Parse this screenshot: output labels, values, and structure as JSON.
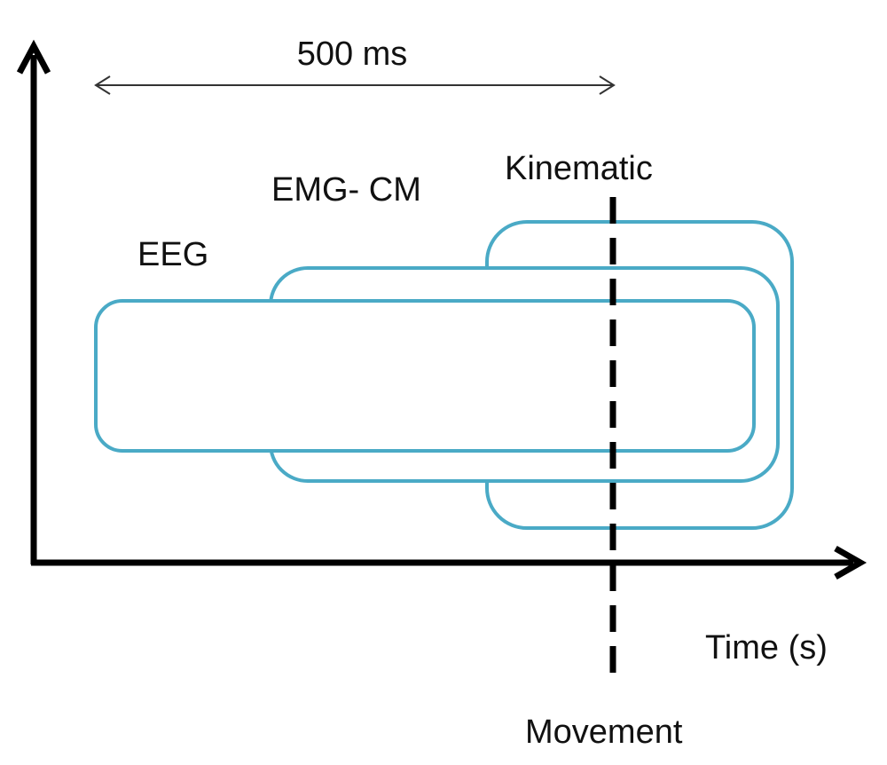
{
  "labels": {
    "duration": "500 ms",
    "eeg": "EEG",
    "emg_cm": "EMG- CM",
    "kinematic": "Kinematic",
    "time_axis": "Time (s)",
    "movement": "Movement"
  },
  "colors": {
    "axis": "#000000",
    "window_outline": "#4aaac6",
    "marker": "#000000",
    "text": "#111111"
  }
}
